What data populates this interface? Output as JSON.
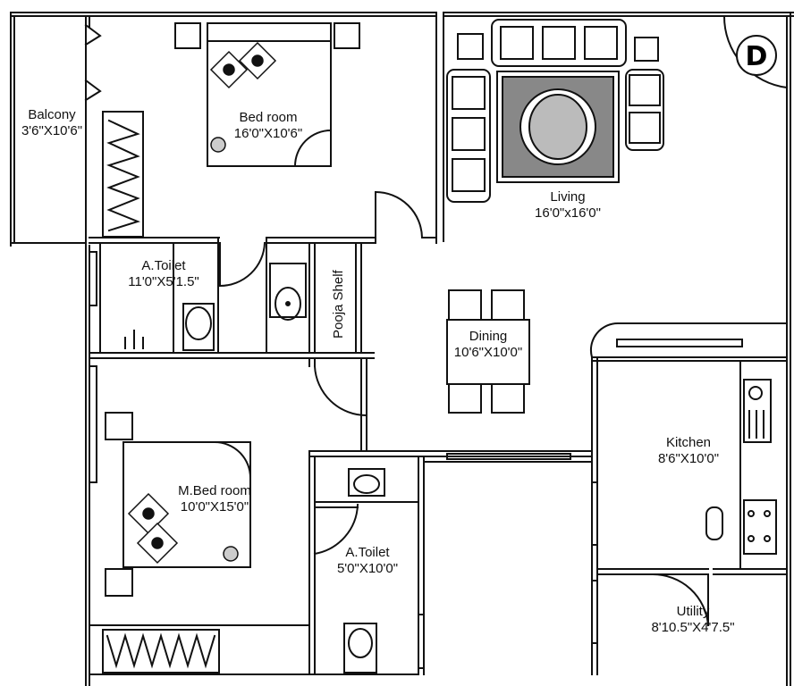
{
  "rooms": {
    "balcony": {
      "name": "Balcony",
      "size": "3'6\"X10'6\""
    },
    "bedroom": {
      "name": "Bed room",
      "size": "16'0\"X10'6\""
    },
    "living": {
      "name": "Living",
      "size": "16'0\"x16'0\""
    },
    "toilet1": {
      "name": "A.Toilet",
      "size": "11'0\"X5'1.5\""
    },
    "pooja": {
      "name": "Pooja Shelf"
    },
    "dining": {
      "name": "Dining",
      "size": "10'6\"X10'0\""
    },
    "mbedroom": {
      "name": "M.Bed room",
      "size": "10'0\"X15'0\""
    },
    "toilet2": {
      "name": "A.Toilet",
      "size": "5'0\"X10'0\""
    },
    "kitchen": {
      "name": "Kitchen",
      "size": "8'6\"X10'0\""
    },
    "utility": {
      "name": "Utility",
      "size": "8'10.5\"X4'7.5\""
    }
  },
  "entry": {
    "letter": "D"
  },
  "colors": {
    "wall": "#111111",
    "fill": "#ffffff",
    "rug": "#555555"
  }
}
